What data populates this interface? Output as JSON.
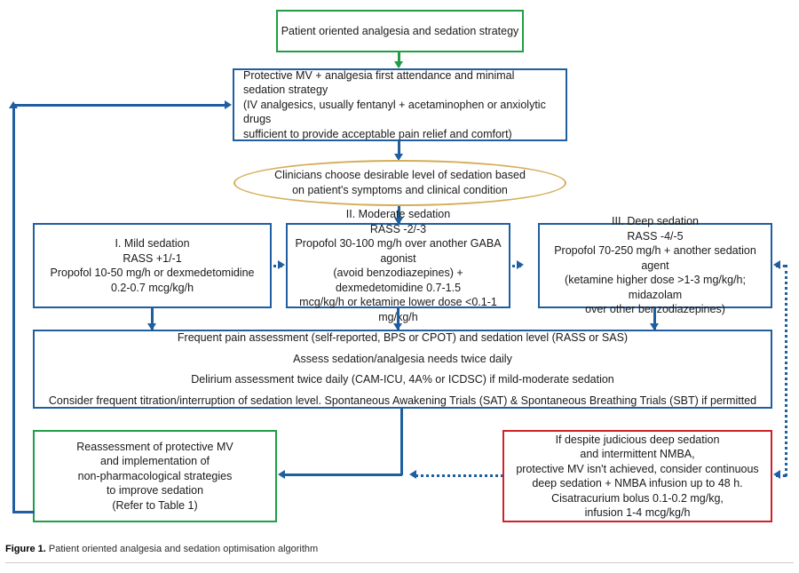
{
  "figure": {
    "label": "Figure 1.",
    "caption": "Patient oriented analgesia and sedation optimisation algorithm"
  },
  "colors": {
    "green": "#1f9e46",
    "blue": "#1f5fa0",
    "red": "#cc2229",
    "gold": "#d4ae58",
    "text": "#1a1a1a",
    "background": "#ffffff"
  },
  "nodes": {
    "start": {
      "text": "Patient oriented analgesia and sedation strategy",
      "shape": "rectangle",
      "border": "green"
    },
    "protective_mv": {
      "text": "Protective MV + analgesia first attendance and minimal sedation strategy\n(IV analgesics, usually fentanyl + acetaminophen or anxiolytic drugs\nsufficient to provide acceptable pain relief and comfort)",
      "shape": "rectangle",
      "border": "blue"
    },
    "decision": {
      "text": "Clinicians choose desirable level of sedation based\non patient's symptoms and clinical condition",
      "shape": "ellipse",
      "border": "gold"
    },
    "mild_sedation": {
      "text": "I. Mild sedation\nRASS +1/-1\nPropofol 10-50 mg/h or dexmedetomidine\n0.2-0.7 mcg/kg/h",
      "shape": "rectangle",
      "border": "blue"
    },
    "moderate_sedation": {
      "text": "II. Moderate sedation\nRASS -2/-3\nPropofol 30-100 mg/h over another GABA agonist\n(avoid benzodiazepines) + dexmedetomidine 0.7-1.5\nmcg/kg/h or ketamine lower dose <0.1-1 mg/kg/h",
      "shape": "rectangle",
      "border": "blue"
    },
    "deep_sedation": {
      "text": "III. Deep sedation\nRASS -4/-5\nPropofol 70-250 mg/h + another sedation agent\n(ketamine higher dose >1-3 mg/kg/h; midazolam\nover other benzodiazepines)",
      "shape": "rectangle",
      "border": "blue"
    },
    "assessment": {
      "line1": "Frequent pain assessment (self-reported, BPS or CPOT) and sedation level (RASS or SAS)",
      "line2": "Assess sedation/analgesia needs twice daily",
      "line3": "Delirium assessment twice daily (CAM-ICU, 4A% or ICDSC) if mild-moderate sedation",
      "line4": "Consider frequent titration/interruption of sedation level. Spontaneous Awakening Trials (SAT) & Spontaneous Breathing Trials (SBT) if permitted",
      "shape": "rectangle",
      "border": "blue"
    },
    "reassessment": {
      "text": "Reassessment of protective MV\nand implementation of\nnon-pharmacological strategies\nto improve sedation\n(Refer to Table 1)",
      "shape": "rectangle",
      "border": "green"
    },
    "nmba": {
      "text": "If despite judicious deep sedation\nand intermittent NMBA,\nprotective MV isn't achieved, consider continuous\ndeep sedation + NMBA infusion up to 48 h.\nCisatracurium bolus 0.1-0.2 mg/kg,\ninfusion 1-4 mcg/kg/h",
      "shape": "rectangle",
      "border": "red"
    }
  },
  "connectors": [
    {
      "name": "start-to-protective-mv",
      "style": "solid",
      "color": "green"
    },
    {
      "name": "protective-mv-to-decision",
      "style": "solid",
      "color": "blue"
    },
    {
      "name": "decision-to-moderate",
      "style": "solid",
      "color": "blue"
    },
    {
      "name": "mild-to-moderate",
      "style": "dotted",
      "color": "blue"
    },
    {
      "name": "moderate-to-deep",
      "style": "dotted",
      "color": "blue"
    },
    {
      "name": "mild-to-assessment",
      "style": "solid",
      "color": "blue"
    },
    {
      "name": "moderate-to-assessment",
      "style": "solid",
      "color": "blue"
    },
    {
      "name": "deep-to-assessment",
      "style": "solid",
      "color": "blue"
    },
    {
      "name": "deep-to-nmba-loop",
      "style": "dotted",
      "color": "blue"
    },
    {
      "name": "nmba-to-reassessment",
      "style": "dotted",
      "color": "blue"
    },
    {
      "name": "assessment-to-reassessment",
      "style": "solid",
      "color": "blue"
    },
    {
      "name": "reassessment-to-protective-mv-feedback",
      "style": "solid",
      "color": "blue"
    }
  ]
}
